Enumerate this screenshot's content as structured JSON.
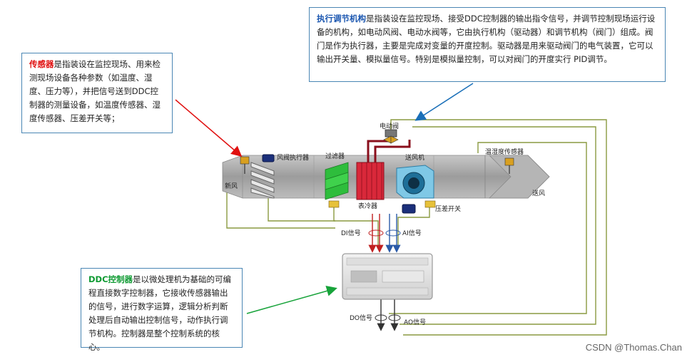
{
  "callouts": {
    "sensor": {
      "keyword": "传感器",
      "text": "是指装设在监控现场、用来检测现场设备各种参数（如温度、湿度、压力等），并把信号送到DDC控制器的测量设备，如温度传感器、湿度传感器、压差开关等；"
    },
    "actuator": {
      "keyword": "执行调节机构",
      "text": "是指装设在监控现场、接受DDC控制器的输出指令信号，并调节控制现场运行设备的机构，如电动风阀、电动水阀等，它由执行机构（驱动器）和调节机构（阀门）组成。阀门是作为执行器，主要是完成对变量的开度控制。驱动器是用来驱动阀门的电气装置，它可以输出开关量、模拟量信号。特别是模拟量控制，可以对阀门的开度实行 PID调节。"
    },
    "ddc": {
      "keyword": "DDC控制器",
      "text": "是以微处理机为基础的可编程直接数字控制器，它接收传感器输出的信号，进行数字运算，逻辑分析判断处理后自动输出控制信号，动作执行调节机构。控制器是整个控制系统的核心。"
    }
  },
  "diagram_labels": {
    "fresh_air": "新风",
    "damper_actuator": "风阀执行器",
    "filter": "过滤器",
    "electric_valve": "电动阀",
    "fan": "送风机",
    "temp_humidity_sensor": "温湿度传感器",
    "supply_air": "送风",
    "cooler": "表冷器",
    "pressure_switch": "压差开关",
    "di_signal": "DI信号",
    "ai_signal": "AI信号",
    "do_signal": "DO信号",
    "ao_signal": "AO信号"
  },
  "watermark": "CSDN @Thomas.Chan",
  "colors": {
    "sensor_arrow": "#e01010",
    "actuator_arrow": "#1a6fb8",
    "ddc_arrow": "#17a33a",
    "wire": "#8a9a40",
    "duct": "#a9a9a9"
  }
}
